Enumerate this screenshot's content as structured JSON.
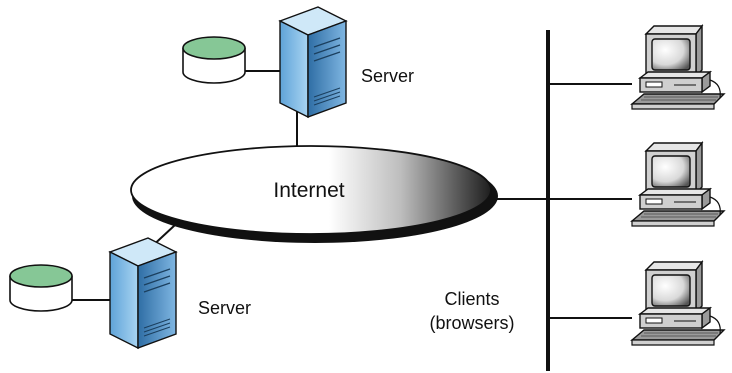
{
  "labels": {
    "internet": "Internet",
    "server_top": "Server",
    "server_bottom": "Server",
    "clients_line1": "Clients",
    "clients_line2": "(browsers)"
  },
  "colors": {
    "server_blue": "#8ec3ea",
    "server_dark": "#3f7fb6",
    "database_green": "#86c796",
    "line": "#111111"
  }
}
